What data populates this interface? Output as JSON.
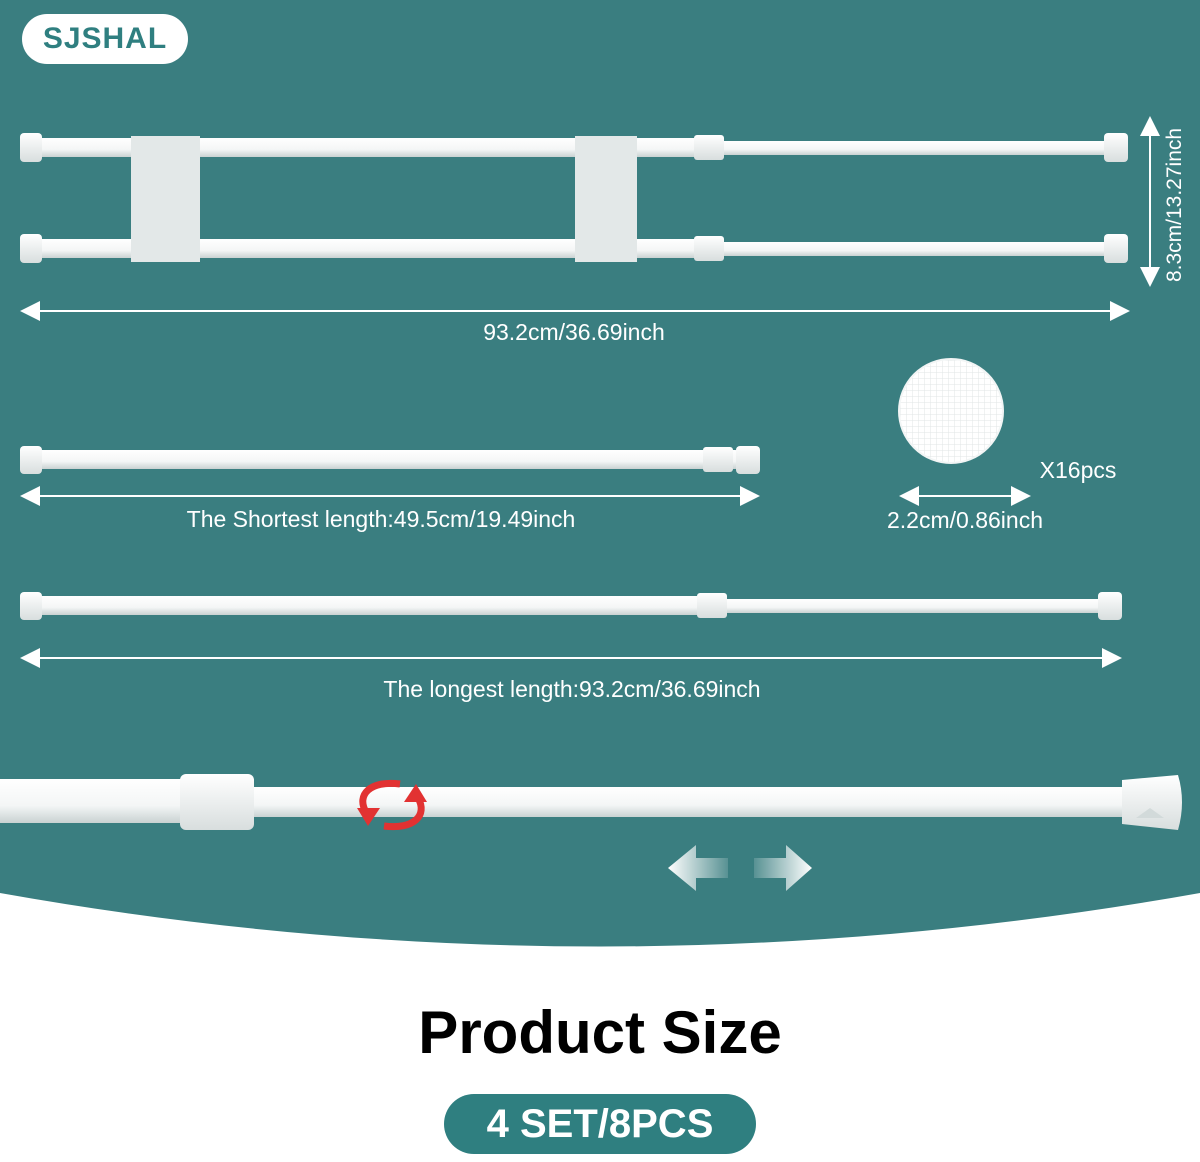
{
  "brand": "SJSHAL",
  "dimensions": {
    "double_rod_length": "93.2cm/36.69inch",
    "double_rod_height": "8.3cm/13.27inch",
    "shortest_length": "The Shortest length:49.5cm/19.49inch",
    "longest_length": "The longest length:93.2cm/36.69inch",
    "pad_diameter": "2.2cm/0.86inch",
    "pad_quantity": "X16pcs"
  },
  "title": "Product Size",
  "pack_label": "4 SET/8PCS",
  "colors": {
    "teal_background": "#3a7e80",
    "brand_teal": "#2f7f80",
    "rod_white": "#ffffff",
    "rotate_arrow_red": "#e23232",
    "title_black": "#000000"
  },
  "icons": [
    "rotate-arrows-icon",
    "left-arrow-icon",
    "right-arrow-icon",
    "adhesive-pad-icon"
  ]
}
